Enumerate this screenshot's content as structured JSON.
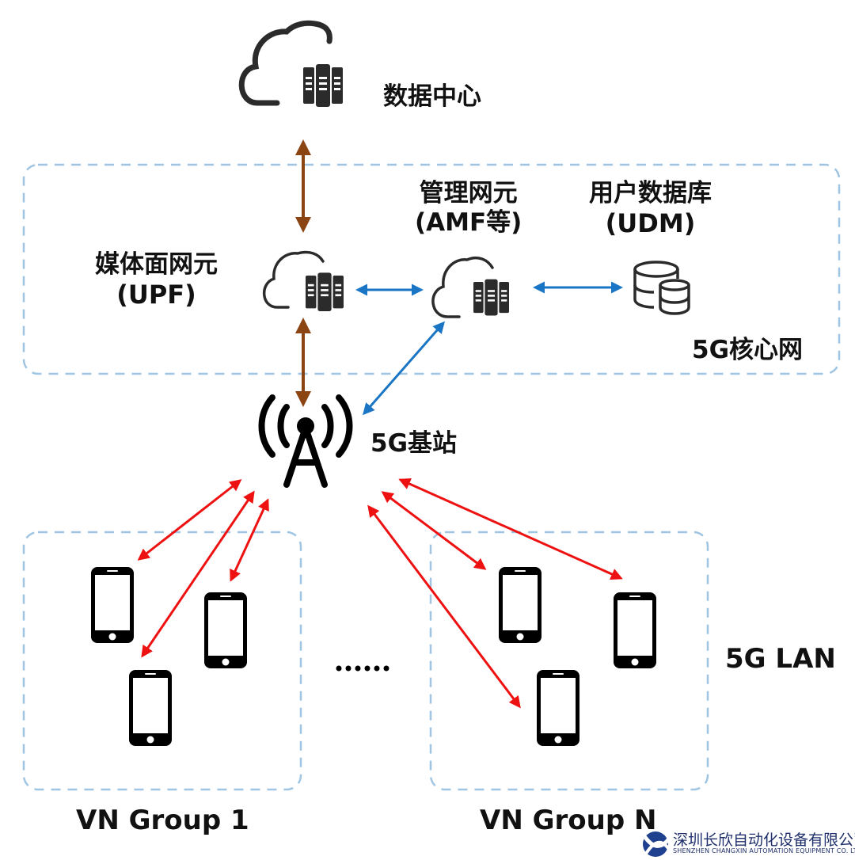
{
  "colors": {
    "backhaul_arrow": "#8B4513",
    "control_arrow": "#1a75c4",
    "radio_arrow": "#ee1111",
    "region_border": "#9fc5e2",
    "icon": "#2b2b2b",
    "logo": "#1f2f6b"
  },
  "nodes": {
    "data_center": {
      "label": "数据中心",
      "icon": "cloud-server-icon"
    },
    "upf": {
      "label_line1": "媒体面网元",
      "label_line2": "(UPF)",
      "icon": "cloud-server-icon"
    },
    "amf": {
      "label_line1": "管理网元",
      "label_line2": "(AMF等)",
      "icon": "cloud-server-icon"
    },
    "udm": {
      "label_line1": "用户数据库",
      "label_line2": "(UDM)",
      "icon": "database-icon"
    },
    "base_station": {
      "label": "5G基站",
      "icon": "antenna-tower-icon"
    }
  },
  "regions": {
    "core": {
      "label": "5G核心网"
    },
    "lan": {
      "label": "5G LAN"
    },
    "group1": {
      "label": "VN Group 1",
      "device_count": 3
    },
    "groupN": {
      "label": "VN Group N",
      "device_count": 3
    },
    "ellipsis": "……"
  },
  "edges": [
    {
      "from": "data_center",
      "to": "upf",
      "type": "backhaul",
      "bidirectional": true
    },
    {
      "from": "upf",
      "to": "amf",
      "type": "control",
      "bidirectional": true
    },
    {
      "from": "amf",
      "to": "udm",
      "type": "control",
      "bidirectional": true
    },
    {
      "from": "upf",
      "to": "base_station",
      "type": "backhaul",
      "bidirectional": true
    },
    {
      "from": "amf",
      "to": "base_station",
      "type": "control",
      "bidirectional": true
    },
    {
      "from": "base_station",
      "to": "group1.phone1",
      "type": "radio",
      "bidirectional": true
    },
    {
      "from": "base_station",
      "to": "group1.phone2",
      "type": "radio",
      "bidirectional": true
    },
    {
      "from": "base_station",
      "to": "group1.phone3",
      "type": "radio",
      "bidirectional": true
    },
    {
      "from": "base_station",
      "to": "groupN.phone1",
      "type": "radio",
      "bidirectional": true
    },
    {
      "from": "base_station",
      "to": "groupN.phone2",
      "type": "radio",
      "bidirectional": true
    },
    {
      "from": "base_station",
      "to": "groupN.phone3",
      "type": "radio",
      "bidirectional": true
    }
  ],
  "watermark": {
    "company_cn": "深圳长欣自动化设备有限公司",
    "company_en": "SHENZHEN CHANGXIN AUTOMATION EQUIPMENT CO. LTD"
  }
}
